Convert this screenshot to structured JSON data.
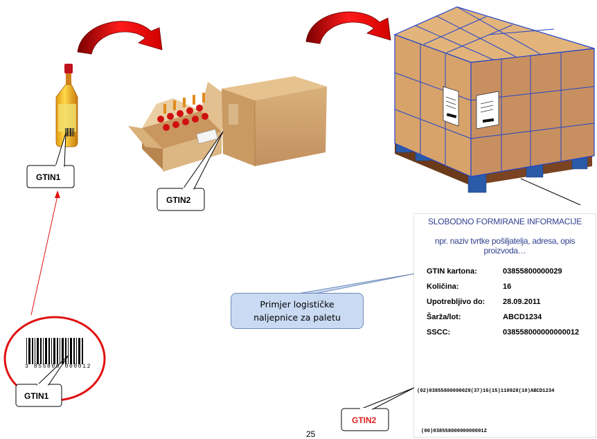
{
  "callouts": {
    "gtin1_top": "GTIN1",
    "gtin2_box": "GTIN2",
    "gtin1_bottom": "GTIN1",
    "gtin2_label": "GTIN2"
  },
  "bottle_barcode_digits": "3 855800 000012",
  "pallet_label": {
    "header1": "SLOBODNO FORMIRANE INFORMACIJE",
    "header2": "npr. naziv tvrtke pošiljatelja, adresa, opis proizvoda…",
    "rows": [
      {
        "label": "GTIN kartona:",
        "value": "03855800000029"
      },
      {
        "label": "Količina:",
        "value": "16"
      },
      {
        "label": "Upotrebljivo do:",
        "value": "28.09.2011"
      },
      {
        "label": "Šarža/lot:",
        "value": "ABCD1234"
      },
      {
        "label": "SSCC:",
        "value": "038558000000000012"
      }
    ],
    "barcode1_text": "(02)03855800000029(37)16(15)110928(10)ABCD1234",
    "barcode2_text": "(00)038558000000000012"
  },
  "note": {
    "line1": "Primjer logističke",
    "line2": "naljepnice za paletu"
  },
  "page_number": "25",
  "colors": {
    "arrow_red": "#e01010",
    "gtin2_red": "#e02020",
    "box_tan": "#d4a46c",
    "pallet_blue": "#2244cc",
    "note_fill": "#c9daf2"
  }
}
